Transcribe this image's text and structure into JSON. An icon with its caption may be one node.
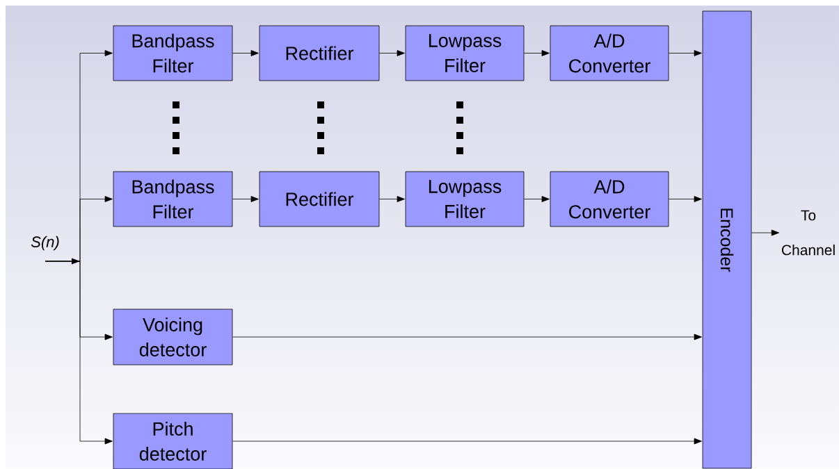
{
  "diagram": {
    "nodes": [
      {
        "text": [
          "S(n)"
        ]
      },
      {
        "text": [
          "Bandpass Filter"
        ]
      },
      {
        "text": [
          "Rectifier"
        ]
      },
      {
        "text": [
          "Lowpass Filter"
        ]
      },
      {
        "text": [
          "A/D Converter"
        ]
      },
      {
        "text": [
          "Bandpass Filter"
        ]
      },
      {
        "text": [
          "Rectifier"
        ]
      },
      {
        "text": [
          "Lowpass Filter"
        ]
      },
      {
        "text": [
          "A/D Converter"
        ]
      },
      {
        "text": [
          "Voicing detector"
        ]
      },
      {
        "text": [
          "Pitch detector"
        ]
      },
      {
        "text": [
          "Encoder"
        ]
      },
      {
        "text": [
          "To Channel"
        ]
      }
    ],
    "edges": [
      {
        "from": 0,
        "to": 1,
        "arrow": "to"
      },
      {
        "from": 0,
        "to": 5,
        "arrow": "to"
      },
      {
        "from": 0,
        "to": 9,
        "arrow": "to"
      },
      {
        "from": 0,
        "to": 10,
        "arrow": "to"
      },
      {
        "from": 1,
        "to": 2,
        "arrow": "to"
      },
      {
        "from": 2,
        "to": 3,
        "arrow": "to"
      },
      {
        "from": 3,
        "to": 4,
        "arrow": "to"
      },
      {
        "from": 4,
        "to": 11,
        "arrow": "to"
      },
      {
        "from": 5,
        "to": 6,
        "arrow": "to"
      },
      {
        "from": 6,
        "to": 7,
        "arrow": "to"
      },
      {
        "from": 7,
        "to": 8,
        "arrow": "to"
      },
      {
        "from": 8,
        "to": 11,
        "arrow": "to"
      },
      {
        "from": 9,
        "to": 11,
        "arrow": "to"
      },
      {
        "from": 10,
        "to": 11,
        "arrow": "to"
      },
      {
        "from": 11,
        "to": 12,
        "arrow": "to"
      }
    ]
  }
}
